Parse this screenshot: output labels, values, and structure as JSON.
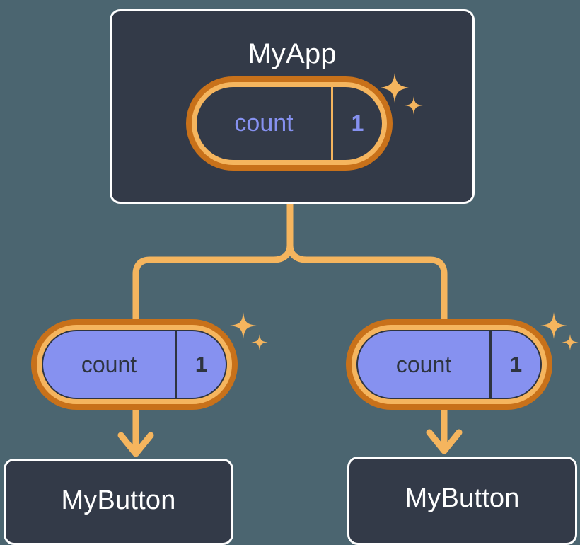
{
  "background_color": "#4b6570",
  "palette": {
    "card_fill": "#333a48",
    "card_border": "#ffffff",
    "pill_ring_outer": "#c8711a",
    "pill_ring_inner": "#f5b55e",
    "pill_purple_fill": "#8691f0",
    "accent_purple_text": "#8691f0",
    "dark_text": "#2e3440",
    "wire": "#f5b55e"
  },
  "diagram": {
    "type": "component-state-tree",
    "root": {
      "name": "root-component",
      "title": "MyApp",
      "state": {
        "key": "count",
        "value": "1",
        "style": "dark"
      },
      "sparkle": true
    },
    "children": [
      {
        "name": "child-component-left",
        "title": "MyButton",
        "state": {
          "key": "count",
          "value": "1",
          "style": "purple"
        },
        "sparkle": true
      },
      {
        "name": "child-component-right",
        "title": "MyButton",
        "state": {
          "key": "count",
          "value": "1",
          "style": "purple"
        },
        "sparkle": true
      }
    ]
  },
  "icons": {
    "sparkle_large": "four-point-star-icon",
    "sparkle_small": "four-point-star-small-icon",
    "arrow_down": "arrow-down-icon"
  }
}
